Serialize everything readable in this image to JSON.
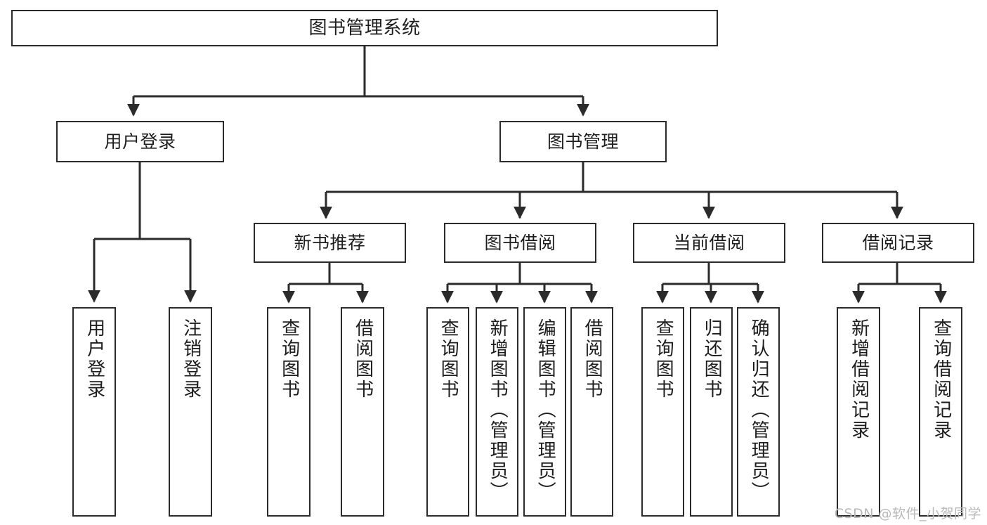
{
  "diagram": {
    "type": "tree",
    "title": "图书管理系统",
    "orientation": "top-down",
    "colors": {
      "box_border": "#2b2b2b",
      "box_fill": "#ffffff",
      "connector": "#2b2b2b",
      "text": "#1d1d1d",
      "watermark": "#b9b9b9",
      "background": "#ffffff"
    }
  },
  "watermark": {
    "text": "CSDN @软件_小贺同学"
  },
  "nodes": {
    "root": {
      "label": "图书管理系统"
    },
    "level2": [
      {
        "label": "用户登录"
      },
      {
        "label": "图书管理"
      }
    ],
    "level3": [
      {
        "label": "新书推荐"
      },
      {
        "label": "图书借阅"
      },
      {
        "label": "当前借阅"
      },
      {
        "label": "借阅记录"
      }
    ],
    "leaves": {
      "user_login": [
        {
          "label": "用户登录"
        },
        {
          "label": "注销登录"
        }
      ],
      "new_book_recommend": [
        {
          "label": "查询图书"
        },
        {
          "label": "借阅图书"
        }
      ],
      "book_borrow": [
        {
          "label": "查询图书"
        },
        {
          "label": "新增图书（管理员）"
        },
        {
          "label": "编辑图书（管理员）"
        },
        {
          "label": "借阅图书"
        }
      ],
      "current_borrow": [
        {
          "label": "查询图书"
        },
        {
          "label": "归还图书"
        },
        {
          "label": "确认归还（管理员）"
        }
      ],
      "borrow_record": [
        {
          "label": "新增借阅记录"
        },
        {
          "label": "查询借阅记录"
        }
      ]
    }
  }
}
